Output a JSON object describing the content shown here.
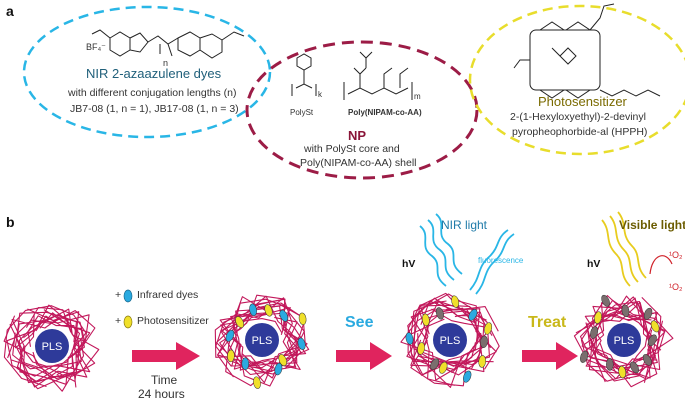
{
  "panels": {
    "a": "a",
    "b": "b"
  },
  "dyes": {
    "title": "NIR 2-azaazulene dyes",
    "line1": "with different conjugation lengths (n)",
    "line2": "JB7-08 (1, n = 1), JB17-08 (1, n = 3)",
    "counterion": "BF₄⁻",
    "n_label": "n"
  },
  "np": {
    "title": "NP",
    "line1": "with PolySt  core and",
    "line2": "Poly(NIPAM-co-AA) shell",
    "polyst_label": "PolySt",
    "copolymer_label": "Poly(NIPAM-co-AA)",
    "k_label": "k",
    "m_label": "m"
  },
  "photosensitizer": {
    "title": "Photosensitizer",
    "line1": "2-(1-Hexyloxyethyl)-2-devinyl",
    "line2": "pyropheophorbide-al  (HPPH)"
  },
  "process": {
    "core_label": "PLS",
    "legend_ir": "Infrared dyes",
    "legend_ps": "Photosensitizer",
    "plus": "+",
    "time_label": "Time",
    "time_value": "24 hours",
    "see_label": "See",
    "treat_label": "Treat",
    "nir_light_label": "NIR light",
    "visible_light_label": "Visible light",
    "hv_label": "hV",
    "fluorescence_label": "fluorescence",
    "oxygen_label": "¹O₂"
  },
  "colors": {
    "dyes_ellipse": "#29b6e6",
    "np_ellipse": "#9c1c46",
    "ps_ellipse": "#e8dd2c",
    "polymer": "#c2185b",
    "core": "#2e3a9a",
    "ir_dye": "#2aaae0",
    "photosensitizer": "#f0e02a",
    "arrow": "#e0245e",
    "depleted_dye": "#7a6e6e"
  }
}
